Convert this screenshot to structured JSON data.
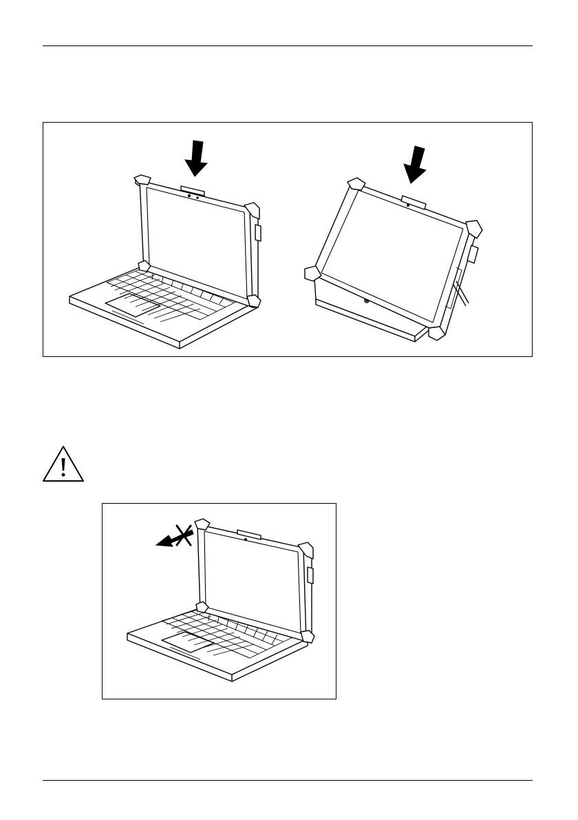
{
  "page": {
    "figures": [
      {
        "id": "figure-attach-tablet",
        "panels": [
          "notebook-mode",
          "tablet-stand-mode"
        ],
        "arrows": [
          "down-arrow-icon",
          "down-arrow-icon"
        ]
      },
      {
        "id": "figure-do-not-pull",
        "arrows": [
          "prohibited-pull-arrow-icon"
        ]
      }
    ],
    "warning": {
      "icon": "warning-triangle-icon"
    },
    "colors": {
      "line": "#000000",
      "background": "#ffffff"
    }
  }
}
